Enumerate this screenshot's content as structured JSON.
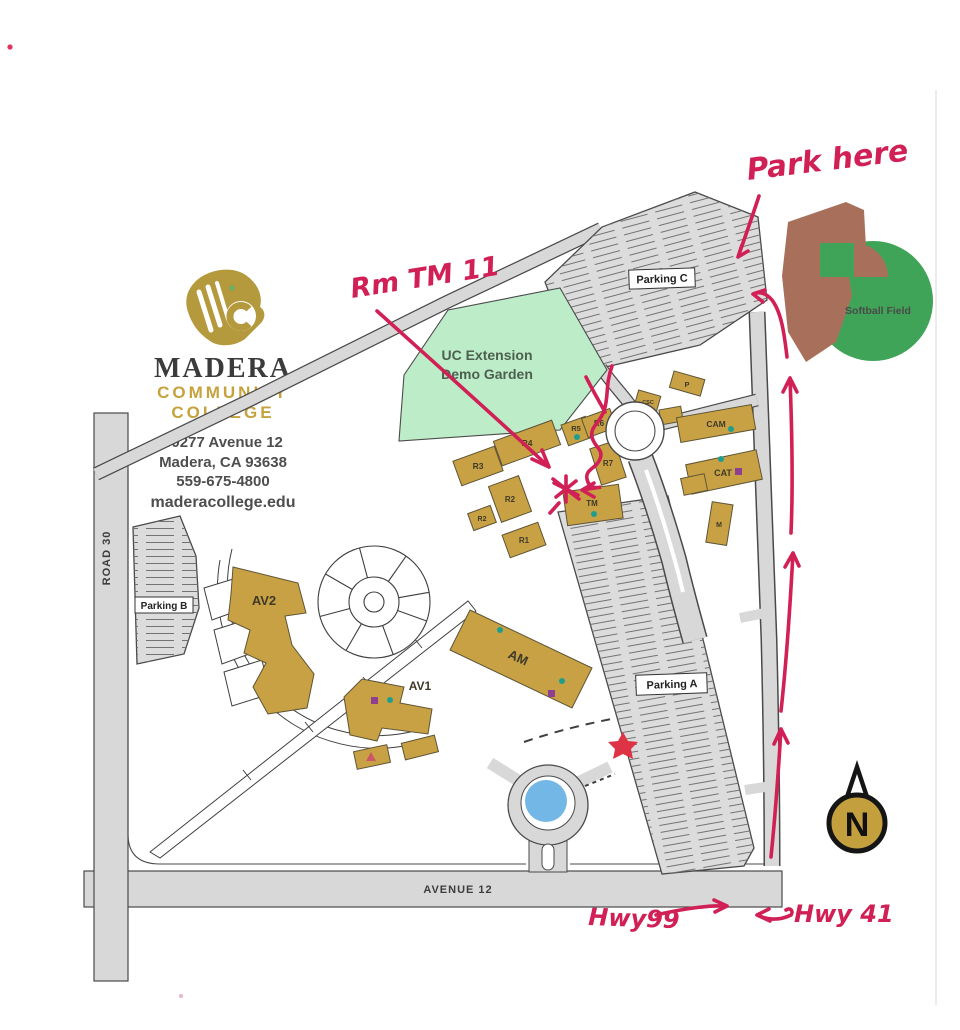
{
  "identity": {
    "name_line1": "MADERA",
    "name_line2": "COMMUNITY",
    "name_line3": "COLLEGE",
    "address_line1": "30277 Avenue 12",
    "address_line2": "Madera, CA 93638",
    "phone": "559-675-4800",
    "website": "maderacollege.edu"
  },
  "map": {
    "roads": {
      "road_30": "ROAD 30",
      "avenue_12": "AVENUE 12"
    },
    "parking_lots": {
      "a": "Parking A",
      "b": "Parking B",
      "c": "Parking C"
    },
    "areas": {
      "demo_garden_line1": "UC Extension",
      "demo_garden_line2": "Demo Garden",
      "softball_field": "Softball Field"
    },
    "buildings": [
      {
        "label": "R3"
      },
      {
        "label": "R4"
      },
      {
        "label": "R5"
      },
      {
        "label": "R6"
      },
      {
        "label": "R7"
      },
      {
        "label": "R2"
      },
      {
        "label": "R2"
      },
      {
        "label": "R1"
      },
      {
        "label": "TM"
      },
      {
        "label": "P"
      },
      {
        "label": "CSC"
      },
      {
        "label": "CAM"
      },
      {
        "label": "CAT"
      },
      {
        "label": "M"
      },
      {
        "label": "AV2"
      },
      {
        "label": "AV1"
      },
      {
        "label": "AM"
      }
    ],
    "compass_label": "N"
  },
  "annotations": {
    "park_here": "Park here",
    "room_note": "Rm TM 11",
    "hwy_99": "Hwy99",
    "hwy_41": "Hwy 41"
  },
  "colors": {
    "pen": "#d12055",
    "star": "#de3345",
    "building_gold": "#c8a144",
    "parking_gray": "#dcdcdc",
    "garden_green": "#bdedc8",
    "field_green": "#3fa457",
    "infield_brown": "#a8705b",
    "pond_blue": "#72b7e6",
    "compass_gold": "#c39f3d"
  }
}
